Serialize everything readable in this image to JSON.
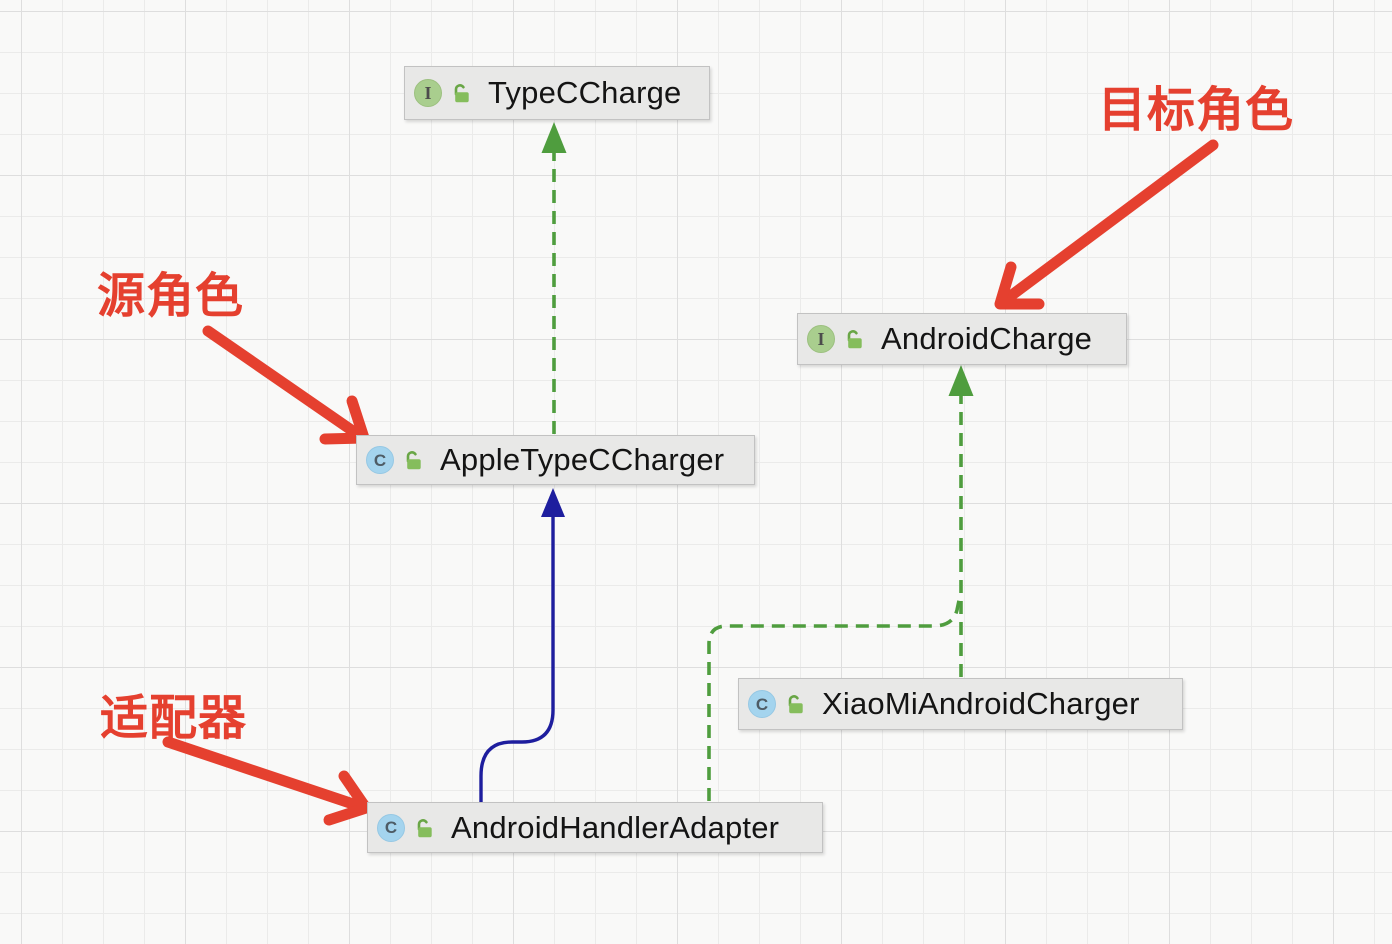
{
  "diagram_type": "uml-class-diagram",
  "nodes": [
    {
      "label": "TypeCCharge",
      "kind": "interface",
      "icon_letter": "I",
      "lock_icon": "open-padlock"
    },
    {
      "label": "AndroidCharge",
      "kind": "interface",
      "icon_letter": "I",
      "lock_icon": "open-padlock"
    },
    {
      "label": "AppleTypeCCharger",
      "kind": "class",
      "icon_letter": "C",
      "lock_icon": "open-padlock"
    },
    {
      "label": "XiaoMiAndroidCharger",
      "kind": "class",
      "icon_letter": "C",
      "lock_icon": "open-padlock"
    },
    {
      "label": "AndroidHandlerAdapter",
      "kind": "class",
      "icon_letter": "C",
      "lock_icon": "open-padlock"
    }
  ],
  "edges": [
    {
      "from": "AppleTypeCCharger",
      "to": "TypeCCharge",
      "type": "realization-implements",
      "style": "green-dashed-solid-arrowhead"
    },
    {
      "from": "XiaoMiAndroidCharger",
      "to": "AndroidCharge",
      "type": "realization-implements",
      "style": "green-dashed-solid-arrowhead"
    },
    {
      "from": "AndroidHandlerAdapter",
      "to": "AndroidCharge",
      "type": "realization-implements",
      "style": "green-dashed-merges-into-shared-arrowhead"
    },
    {
      "from": "AndroidHandlerAdapter",
      "to": "AppleTypeCCharger",
      "type": "generalization-extends",
      "style": "blue-solid-arrowhead"
    }
  ],
  "annotations": [
    {
      "text": "目标角色",
      "points_to": "AndroidCharge"
    },
    {
      "text": "源角色",
      "points_to": "AppleTypeCCharger"
    },
    {
      "text": "适配器",
      "points_to": "AndroidHandlerAdapter"
    }
  ],
  "colors": {
    "annotation_red": "#e5402f",
    "realization_green": "#4f9d3e",
    "extends_blue": "#1e1e9e",
    "node_fill": "#e8e8e7",
    "node_border": "#c2c2c2",
    "interface_icon_bg": "#a9ce8e",
    "class_icon_bg": "#a4d4ee",
    "padlock_green": "#7db759",
    "canvas_bg": "#f9f9f8",
    "grid_line": "#ebebea"
  }
}
